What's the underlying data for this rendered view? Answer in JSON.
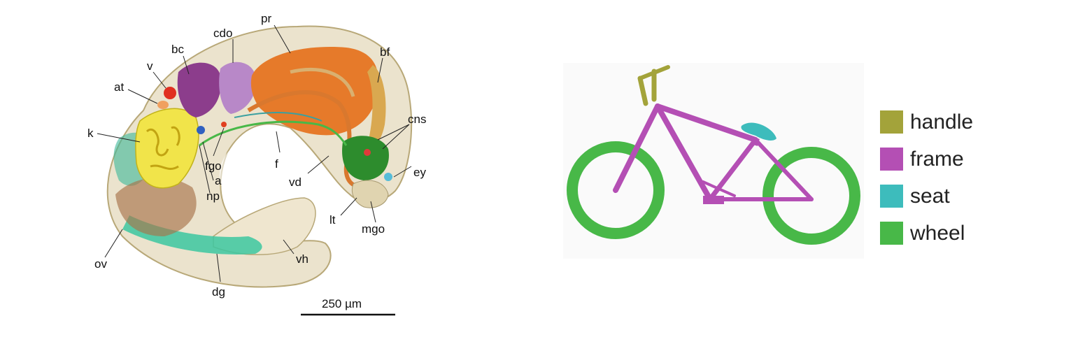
{
  "embryo": {
    "labels": {
      "pr": "pr",
      "cdo": "cdo",
      "bc": "bc",
      "bf": "bf",
      "v": "v",
      "at": "at",
      "k": "k",
      "cns": "cns",
      "fgo": "fgo",
      "f": "f",
      "ey": "ey",
      "a": "a",
      "vd": "vd",
      "np": "np",
      "lt": "lt",
      "mgo": "mgo",
      "ov": "ov",
      "vh": "vh",
      "dg": "dg"
    },
    "scale_bar": "250 µm"
  },
  "bike": {
    "legend": [
      {
        "label": "handle",
        "color": "#a3a33a"
      },
      {
        "label": "frame",
        "color": "#b44fb4"
      },
      {
        "label": "seat",
        "color": "#3dbcbc"
      },
      {
        "label": "wheel",
        "color": "#48b848"
      }
    ]
  }
}
